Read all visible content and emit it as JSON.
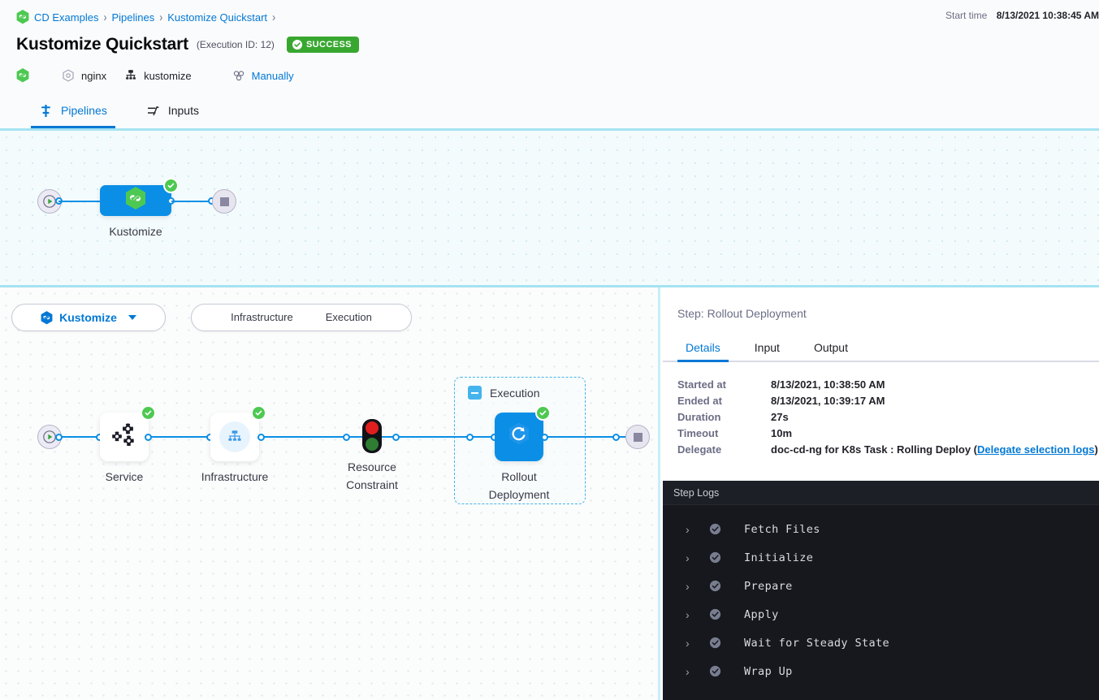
{
  "header": {
    "breadcrumb": [
      {
        "label": "CD Examples",
        "icon": "harness-hexagon-icon"
      },
      {
        "label": "Pipelines"
      },
      {
        "label": "Kustomize Quickstart"
      }
    ],
    "title": "Kustomize Quickstart",
    "execution_id": "(Execution ID: 12)",
    "status_badge": "SUCCESS",
    "status_color": "#38a730",
    "meta": [
      {
        "icon": "harness-hexagon-icon",
        "label": ""
      },
      {
        "icon": "service-icon",
        "label": "nginx"
      },
      {
        "icon": "infrastructure-icon",
        "label": "kustomize"
      },
      {
        "icon": "trigger-icon",
        "label": "Manually",
        "link": true
      }
    ],
    "start_time_label": "Start time",
    "start_time_value": "8/13/2021 10:38:45 AM"
  },
  "tabs": [
    {
      "label": "Pipelines",
      "icon": "pipeline-icon",
      "active": true
    },
    {
      "label": "Inputs",
      "icon": "inputs-icon",
      "active": false
    }
  ],
  "top_graph": {
    "stage": {
      "label": "Kustomize",
      "icon": "harness-hexagon-icon",
      "status": "success"
    }
  },
  "stage_bar": {
    "stage_selector": {
      "label": "Kustomize",
      "icon": "harness-hexagon-icon",
      "caret": "chevron-down-icon"
    },
    "section_tabs": [
      {
        "label": "Infrastructure"
      },
      {
        "label": "Execution"
      }
    ]
  },
  "exec_graph": {
    "nodes": [
      {
        "name": "Service",
        "icon": "service-cogs-icon",
        "status": "success"
      },
      {
        "name": "Infrastructure",
        "icon": "infrastructure-tree-icon",
        "status": "success"
      },
      {
        "name": "Resource\nConstraint",
        "icon": "traffic-light-icon",
        "status": "none"
      },
      {
        "name": "Rollout\nDeployment",
        "icon": "rollout-refresh-icon",
        "status": "success"
      }
    ],
    "group": {
      "title": "Execution",
      "collapse_icon": "minus-icon"
    }
  },
  "side_panel": {
    "title": "Step: Rollout Deployment",
    "tabs": [
      {
        "label": "Details",
        "active": true
      },
      {
        "label": "Input",
        "active": false
      },
      {
        "label": "Output",
        "active": false
      }
    ],
    "details": [
      {
        "key": "Started at",
        "value": "8/13/2021, 10:38:50 AM"
      },
      {
        "key": "Ended at",
        "value": "8/13/2021, 10:39:17 AM"
      },
      {
        "key": "Duration",
        "value": "27s"
      },
      {
        "key": "Timeout",
        "value": "10m"
      },
      {
        "key": "Delegate",
        "value": "doc-cd-ng for K8s Task : Rolling Deploy (",
        "link_text": "Delegate selection logs",
        "value_suffix": ")"
      }
    ],
    "logs": {
      "header": "Step Logs",
      "rows": [
        {
          "label": "Fetch Files",
          "status": "success"
        },
        {
          "label": "Initialize",
          "status": "success"
        },
        {
          "label": "Prepare",
          "status": "success"
        },
        {
          "label": "Apply",
          "status": "success"
        },
        {
          "label": "Wait for Steady State",
          "status": "success"
        },
        {
          "label": "Wrap Up",
          "status": "success"
        }
      ]
    }
  }
}
